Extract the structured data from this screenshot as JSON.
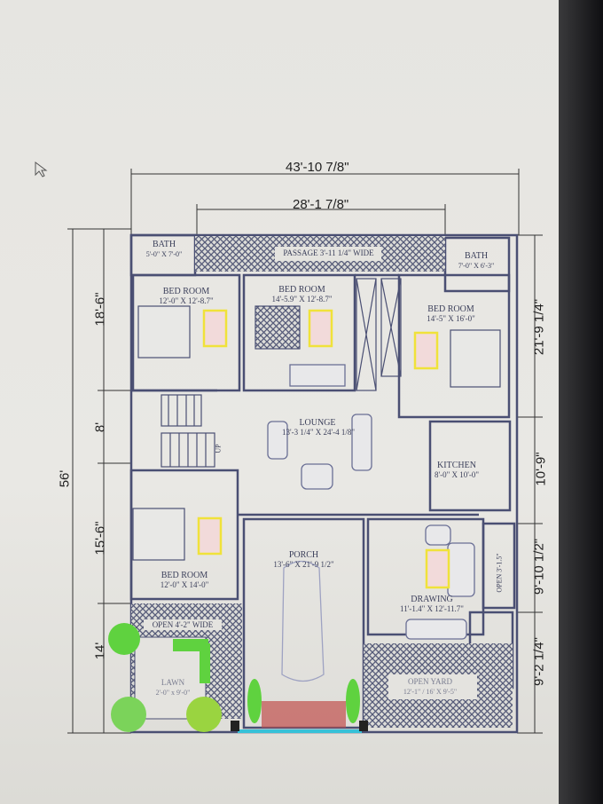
{
  "dimensions": {
    "top_overall": "43'-10 7/8\"",
    "top_inner": "28'-1 7/8\"",
    "left_overall": "56'",
    "left_segments": [
      "18'-6\"",
      "8'",
      "15'-6\"",
      "14'"
    ],
    "right_segments": [
      "21'-9 1/4\"",
      "10'-9\"",
      "9'-10 1/2\"",
      "9'-2 1/4\""
    ]
  },
  "rooms": {
    "bath_left": {
      "name": "BATH",
      "size": "5'-0\" X 7'-0\""
    },
    "passage": {
      "name": "PASSAGE 3'-11 1/4\" WIDE"
    },
    "bath_right": {
      "name": "BATH",
      "size": "7'-0\" X 6'-3\""
    },
    "bed_1": {
      "name": "BED ROOM",
      "size": "12'-0\" X 12'-8.7\""
    },
    "bed_2": {
      "name": "BED ROOM",
      "size": "14'-5.9\" X 12'-8.7\""
    },
    "bed_3": {
      "name": "BED ROOM",
      "size": "14'-5\" X 16'-0\""
    },
    "lounge": {
      "name": "LOUNGE",
      "size": "13'-3 1/4\" X 24'-4 1/8\""
    },
    "stairs": {
      "label": "UP"
    },
    "kitchen": {
      "name": "KITCHEN",
      "size": "8'-0\" X 10'-0\""
    },
    "bed_4": {
      "name": "BED ROOM",
      "size": "12'-0\" X 14'-0\""
    },
    "porch": {
      "name": "PORCH",
      "size": "13'-6\" X 21'-9 1/2\""
    },
    "open_side": {
      "name": "OPEN 3'-1.5\""
    },
    "drawing": {
      "name": "DRAWING",
      "size": "11'-1.4\" X 12'-11.7\""
    },
    "open_left": {
      "name": "OPEN 4'-2\" WIDE"
    },
    "lawn": {
      "name": "LAWN",
      "size": "2'-0\" x 9'-0\""
    },
    "open_yard": {
      "name": "OPEN YARD",
      "size": "12'-1\" / 16' X 9'-5\""
    }
  },
  "colors": {
    "wall": "#4a4f73",
    "hatch": "#555a78",
    "rug": "#f0e23a",
    "plant": "#5fd23f",
    "gate": "#c0504d",
    "bezel": "#141416"
  }
}
